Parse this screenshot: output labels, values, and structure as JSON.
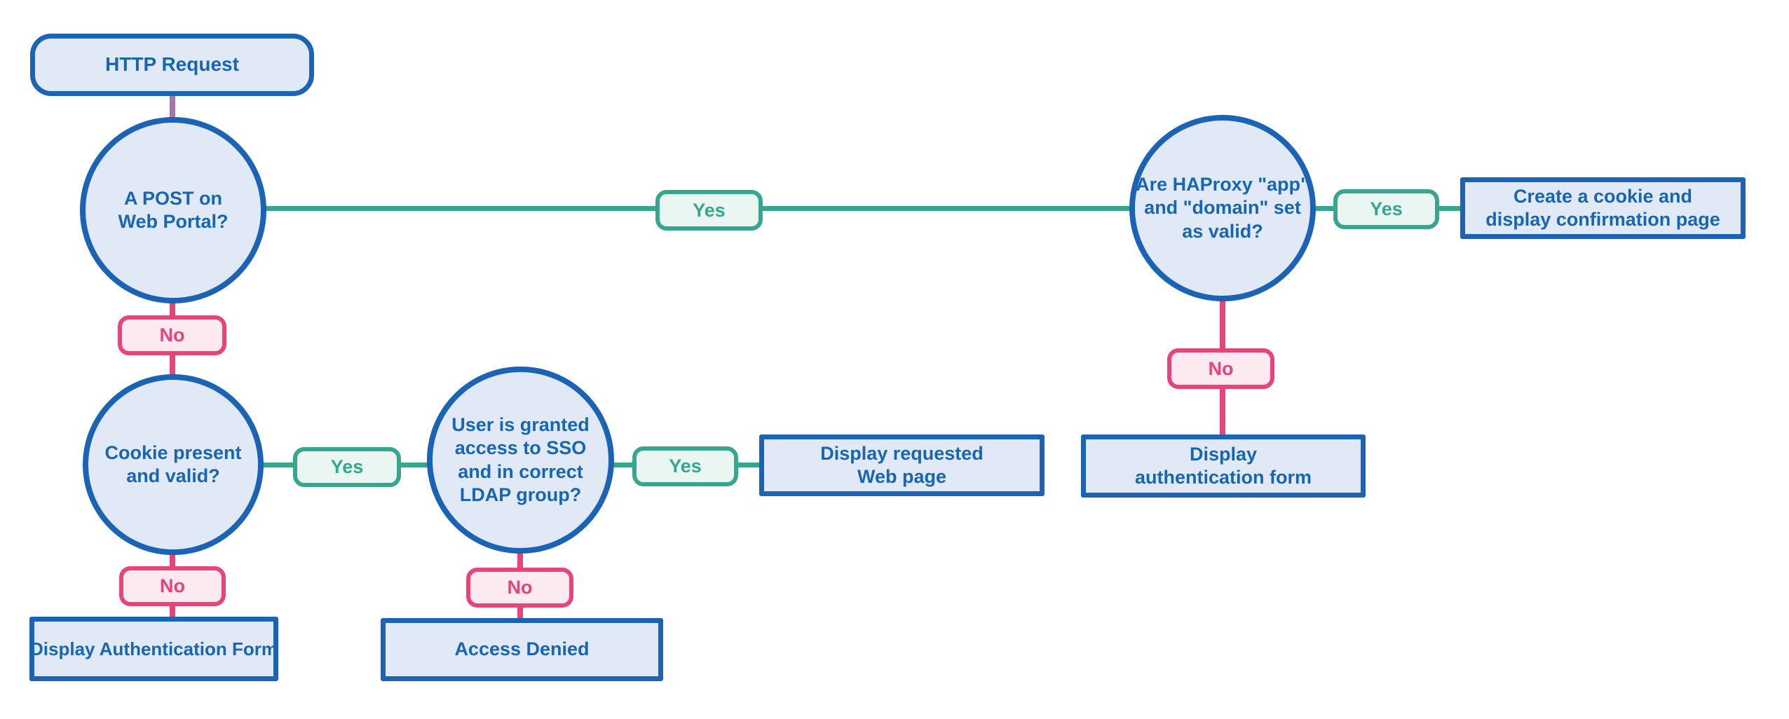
{
  "diagram_type": "flowchart",
  "colors": {
    "blue_border": "#1a63b5",
    "blue_fill": "#e1e9f6",
    "blue_text": "#1766b3",
    "green": "#36a78e",
    "green_fill": "#e9f6f1",
    "pink": "#e9437b",
    "pink_fill": "#fdeaf0",
    "purple": "#a874a9",
    "bg": "#ffffff"
  },
  "nodes": {
    "start": {
      "label": "HTTP Request"
    },
    "decision_post": {
      "lines": [
        "A POST on",
        "Web Portal?"
      ]
    },
    "decision_haproxy": {
      "lines": [
        "Are HAProxy \"app\"",
        "and \"domain\" set",
        "as valid?"
      ]
    },
    "decision_cookie": {
      "lines": [
        "Cookie present",
        "and valid?"
      ]
    },
    "decision_ldap": {
      "lines": [
        "User is granted",
        "access to SSO",
        "and in correct",
        "LDAP group?"
      ]
    },
    "process_create_cookie": {
      "lines": [
        "Create a cookie and",
        "display confirmation page"
      ]
    },
    "process_display_auth_right": {
      "lines": [
        "Display",
        "authentication form"
      ]
    },
    "process_display_requested": {
      "lines": [
        "Display requested",
        "Web page"
      ]
    },
    "process_display_auth_left": {
      "lines": [
        "Display Authentication Form"
      ]
    },
    "process_access_denied": {
      "lines": [
        "Access Denied"
      ]
    }
  },
  "edge_labels": {
    "yes": "Yes",
    "no": "No"
  }
}
